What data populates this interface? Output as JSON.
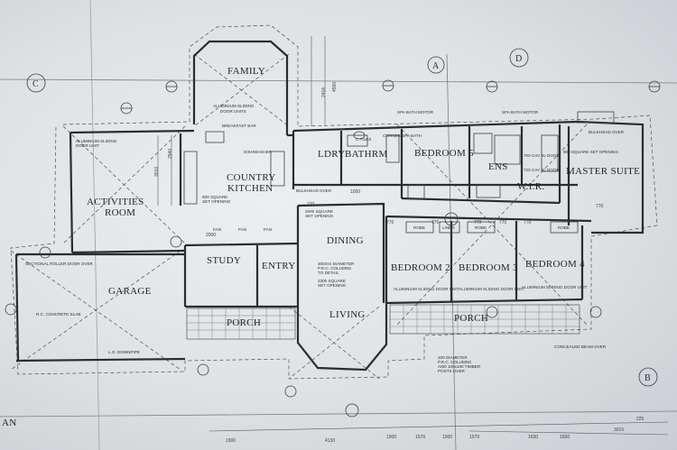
{
  "rooms": {
    "family": "FAMILY",
    "country": "COUNTRY",
    "kitchen": "KITCHEN",
    "activities": "ACTIVITIES",
    "activities2": "ROOM",
    "ldry": "LDRY",
    "bathrm": "BATHRM",
    "bedroom5": "BEDROOM 5",
    "ens": "ENS",
    "wir": "W.I.R.",
    "master": "MASTER SUITE",
    "study": "STUDY",
    "entry": "ENTRY",
    "dining": "DINING",
    "garage": "GARAGE",
    "porch_left": "PORCH",
    "porch_right": "PORCH",
    "living": "LIVING",
    "bedroom2": "BEDROOM 2",
    "bedroom3": "BEDROOM 3",
    "bedroom4": "BEDROOM 4"
  },
  "notes": {
    "aluminium_sliding_family_1": "ALUMINIUM SLIDING",
    "aluminium_sliding_family_2": "DOOR UNITS",
    "breakfast_bar": "BREAKFAST BAR",
    "dishwasher": "DISHWASHER",
    "aluminium_sliding_act": "ALUMINIUM SLIDING",
    "aluminium_sliding_act2": "DOOR UNIT",
    "square_set_900": "900 SQUARE",
    "set_opening": "SET OPENING",
    "bulkhead_over": "BULKHEAD OVER",
    "square_set_2000": "2000 SQUARE",
    "set_opening_2": "SET OPENING",
    "columns_1": "300mm DIAMETER",
    "columns_2": "P.R.C. COLUMNS",
    "columns_3": "TO DETAIL",
    "square_set_2300": "2300 SQUARE",
    "set_opening_3": "SET OPENING",
    "spa_bath_motor_1": "SPA BATH MOTOR",
    "spa_bath_motor_2": "SPA BATH MOTOR",
    "corner_spa_bath": "CORNER SPA BATH",
    "c_tiles": "C.TILES",
    "bulkhead_over_master": "BULKHEAD OVER",
    "square_set_900_master": "900 SQUARE SET OPENING",
    "aluminium_sliding_b2": "ALUMINIUM SLIDING DOOR UNIT",
    "aluminium_sliding_b3": "ALUMINIUM SLIDING DOOR UNIT",
    "aluminium_sliding_b4": "ALUMINIUM SLIDING DOOR UNIT",
    "robe1": "ROBE",
    "linen": "LINEN",
    "robe2": "ROBE",
    "robe3": "ROBE",
    "ss_columns_1": "200 DIAMETER",
    "ss_columns_2": "P.R.C. COLUMNS",
    "ss_columns_3": "AND 100x100 TIMBER",
    "ss_columns_4": "POSTS OVER",
    "concealed_beam": "CONCEALED BEAM OVER",
    "garage_note_1": "R.C. CONCRETE SLAB",
    "garage_note_2": "SECTIONAL ROLLER DOOR OVER",
    "garage_note_3": "L.O. DOWNPIPE",
    "fan1": "FAN",
    "fan2": "FAN",
    "fan3": "FAN",
    "w700": "700 CAV SL DOOR",
    "w720": "720 CAV SL DOOR"
  },
  "dimensions": {
    "d770a": "770",
    "d770b": "770",
    "d770c": "770",
    "d770d": "770",
    "d770e": "770",
    "d770f": "770",
    "d770g": "770",
    "d2000": "2000",
    "d3010": "3010",
    "d2940": "2940",
    "d4550": "4550",
    "d2416": "2416",
    "d1000": "1000",
    "bottom_1": "1900",
    "bottom_2": "4130",
    "bottom_3": "1900",
    "bottom_4": "1570",
    "bottom_5": "1000",
    "bottom_6": "1570",
    "bottom_7": "3015",
    "bottom_8": "225",
    "bottom_9": "1630",
    "bottom_10": "1500"
  },
  "grid_markers": {
    "c": "C",
    "d": "D",
    "a": "A",
    "b": "B"
  },
  "corner_text": "AN"
}
